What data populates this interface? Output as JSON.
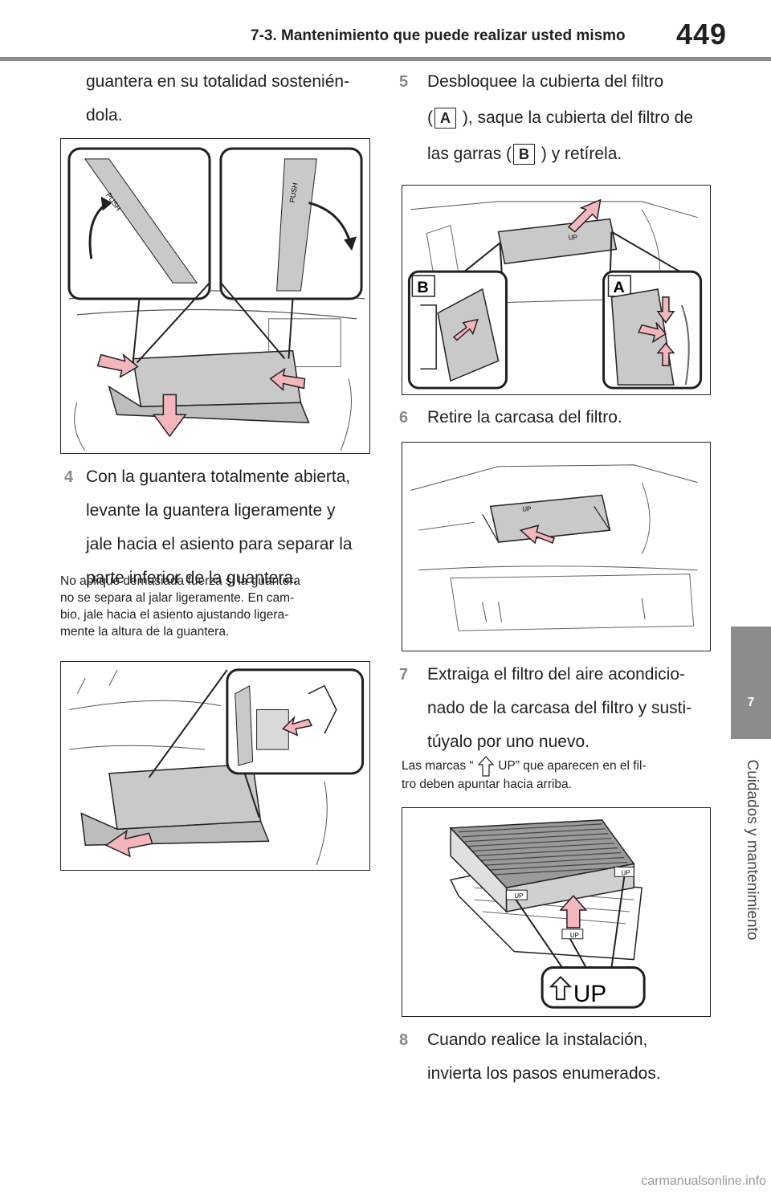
{
  "header": {
    "section_title": "7-3. Mantenimiento que puede realizar usted mismo",
    "page_number": "449"
  },
  "side_tab": {
    "chapter_number": "7",
    "chapter_title": "Cuidados y mantenimiento"
  },
  "left_column": {
    "continuation_line1": "guantera en su totalidad sostenién-",
    "continuation_line2": "dola.",
    "step4": {
      "number": "4",
      "lines": [
        "Con la guantera totalmente abierta,",
        "levante la guantera ligeramente y",
        "jale hacia el asiento para separar la",
        "parte inferior de la guantera."
      ]
    },
    "note4_lines": [
      "No aplique demasiada fuerza si la guantera",
      "no se separa al jalar ligeramente. En cam-",
      "bio, jale hacia el asiento ajustando ligera-",
      "mente la altura de la guantera."
    ],
    "figure1_push_label": "PUSH"
  },
  "right_column": {
    "step5": {
      "number": "5",
      "line1": "Desbloquee la cubierta del filtro",
      "line2_open": "(",
      "label_a": "A",
      "line2_rest": "), saque la cubierta del filtro de",
      "line3_start": "las garras (",
      "label_b": "B",
      "line3_rest": ") y retírela."
    },
    "figure2_labels": {
      "b": "B",
      "a": "A",
      "up": "UP"
    },
    "step6": {
      "number": "6",
      "text": "Retire la carcasa del filtro."
    },
    "step7": {
      "number": "7",
      "lines": [
        "Extraiga el filtro del aire acondicio-",
        "nado de la carcasa del filtro y susti-",
        "túyalo por uno nuevo."
      ]
    },
    "note7_part1": "Las marcas “",
    "note7_part2": "UP” que aparecen en el fil-",
    "note7_line2": "tro deben apuntar hacia arriba.",
    "figure4_up_label": "UP",
    "step8": {
      "number": "8",
      "lines": [
        "Cuando realice la instalación,",
        "invierta los pasos enumerados."
      ]
    }
  },
  "colors": {
    "arrow_pink": "#f4b6bd",
    "arrow_stroke": "#231f20",
    "part_gray": "#c9c9c9",
    "rule_gray": "#8c8c8c"
  },
  "watermark": "carmanualsonline.info"
}
